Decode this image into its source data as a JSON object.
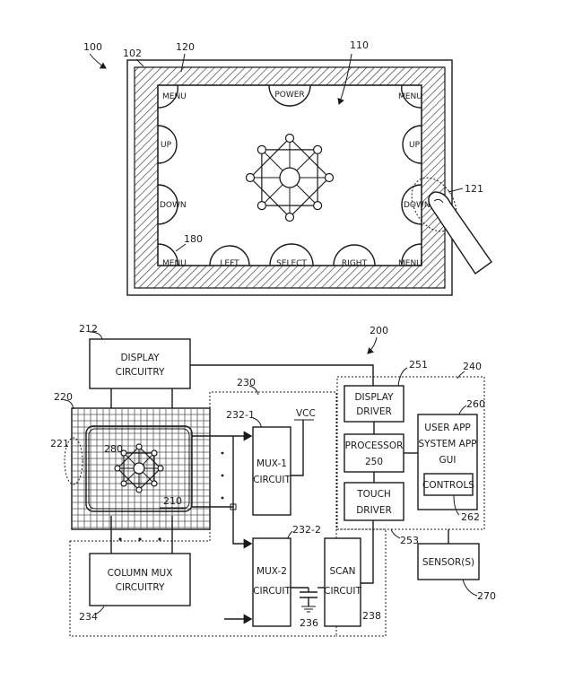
{
  "figure_top": {
    "refs": {
      "device": "100",
      "housing": "102",
      "bezel": "120",
      "screen": "110",
      "finger": "121",
      "button": "180"
    },
    "buttons": {
      "top_left": "MENU",
      "top_center": "POWER",
      "top_right": "MENU",
      "left_up": "UP",
      "right_up": "UP",
      "left_down": "DOWN",
      "right_down": "DOWN",
      "bottom_menu_left": "MENU",
      "bottom_left": "LEFT",
      "bottom_select": "SELECT",
      "bottom_right": "RIGHT",
      "bottom_menu_right": "MENU"
    }
  },
  "figure_bottom": {
    "refs": {
      "system": "200",
      "display_circuitry": "212",
      "touch_panel": "220",
      "touch_panel_edge": "221",
      "column_mux": "234",
      "image": "280",
      "display": "210",
      "mux_group": "230",
      "mux1": "232-1",
      "mux2": "232-2",
      "capacitor": "236",
      "scan": "238",
      "display_driver": "251",
      "processor_group": "240",
      "software": "260",
      "controls": "262",
      "touch_driver": "253",
      "sensor": "270"
    },
    "blocks": {
      "display_circuitry": [
        "DISPLAY",
        "CIRCUITRY"
      ],
      "column_mux": [
        "COLUMN MUX",
        "CIRCUITRY"
      ],
      "mux1": [
        "MUX-1",
        "CIRCUIT"
      ],
      "mux2": [
        "MUX-2",
        "CIRCUIT"
      ],
      "scan": [
        "SCAN",
        "CIRCUIT"
      ],
      "vcc": "VCC",
      "display_driver": [
        "DISPLAY",
        "DRIVER"
      ],
      "processor": [
        "PROCESSOR",
        "250"
      ],
      "touch_driver": [
        "TOUCH",
        "DRIVER"
      ],
      "software": [
        "USER APP",
        "SYSTEM APP",
        "GUI"
      ],
      "controls": "CONTROLS",
      "sensor": "SENSOR(S)"
    }
  }
}
